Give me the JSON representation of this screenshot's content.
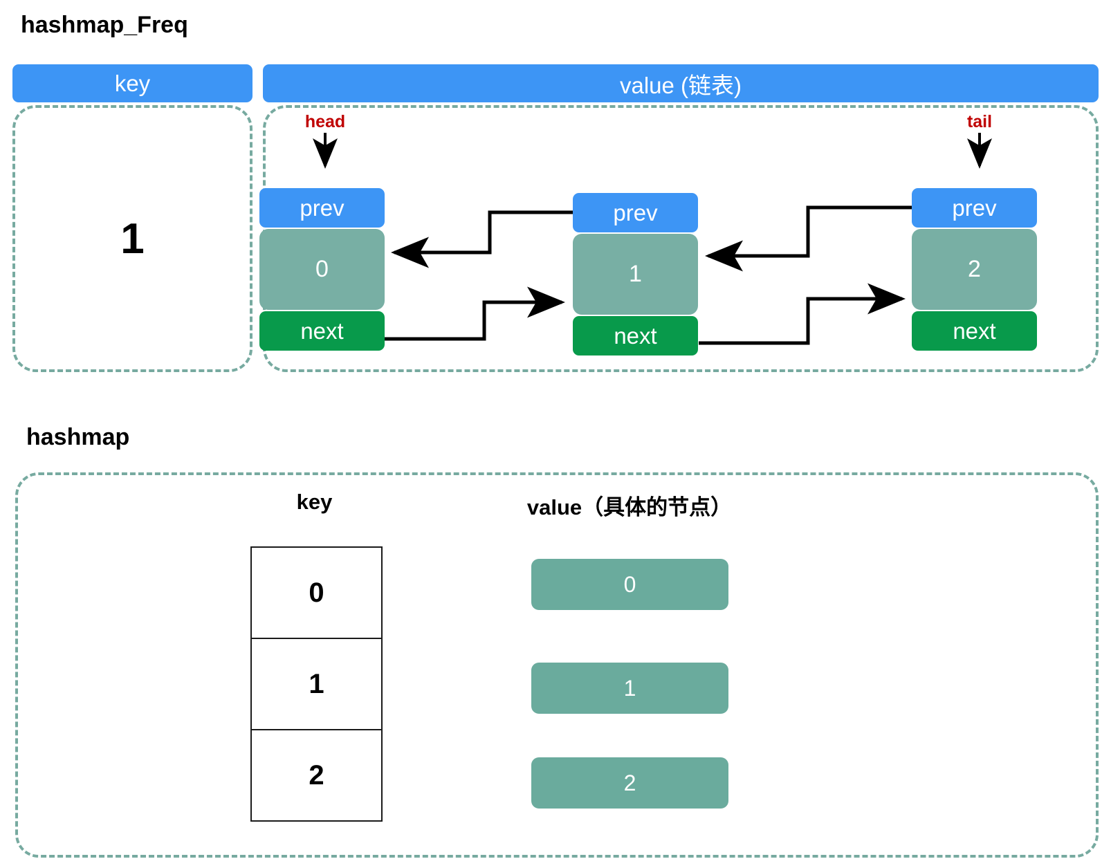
{
  "freq_section": {
    "title": "hashmap_Freq",
    "headers": {
      "key": "key",
      "value": "value (链表)"
    },
    "key_cell": "1",
    "pointers": {
      "head": "head",
      "tail": "tail"
    },
    "nodes": [
      {
        "prev_label": "prev",
        "value": "0",
        "next_label": "next"
      },
      {
        "prev_label": "prev",
        "value": "1",
        "next_label": "next"
      },
      {
        "prev_label": "prev",
        "value": "2",
        "next_label": "next"
      }
    ]
  },
  "hashmap_section": {
    "title": "hashmap",
    "headers": {
      "key": "key",
      "value": "value（具体的节点）"
    },
    "rows": [
      {
        "key": "0",
        "value": "0"
      },
      {
        "key": "1",
        "value": "1"
      },
      {
        "key": "2",
        "value": "2"
      }
    ]
  },
  "colors": {
    "blue": "#3d95f5",
    "green": "#089a4b",
    "teal_node": "#78afa4",
    "teal_pill": "#6aab9d",
    "dashed_border": "#77aaa0",
    "pointer_red": "#c00000",
    "text_black": "#000000"
  }
}
